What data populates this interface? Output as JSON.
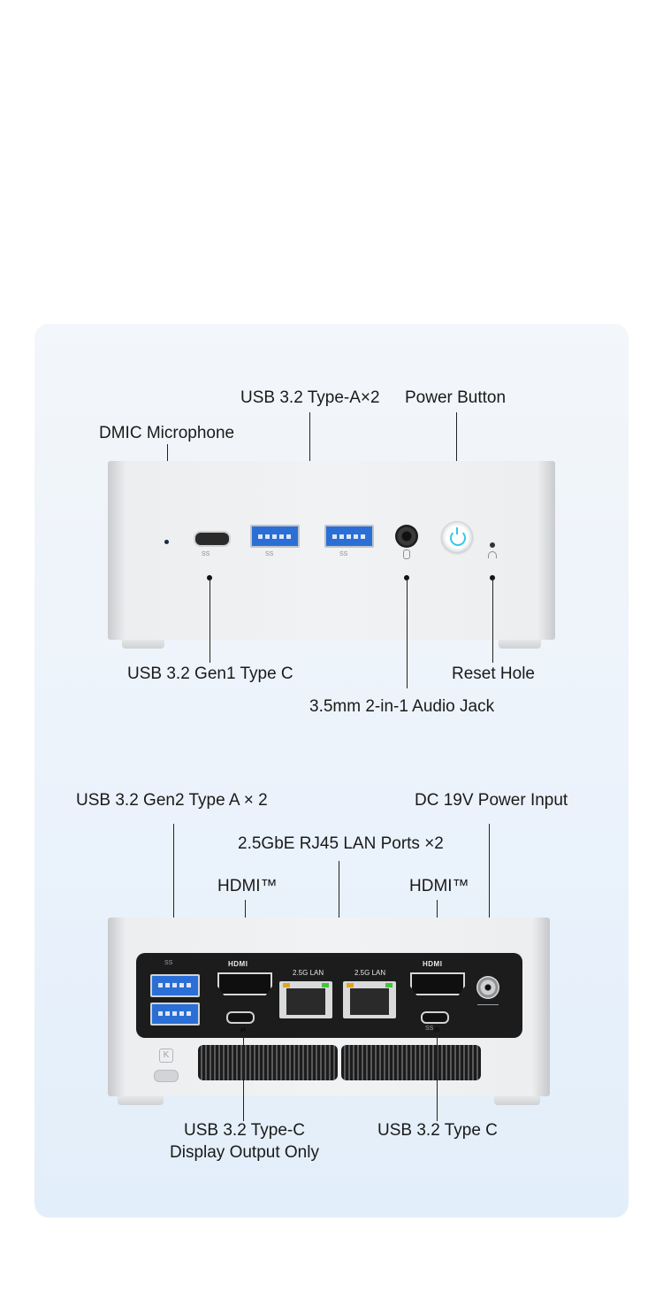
{
  "front": {
    "labels": {
      "dmic": "DMIC Microphone",
      "usb_a": "USB 3.2 Type-A×2",
      "power": "Power Button",
      "usb_c": "USB 3.2 Gen1 Type C",
      "reset": "Reset Hole",
      "audio": "3.5mm 2-in-1 Audio Jack"
    },
    "port_marks": {
      "ss": "SS"
    }
  },
  "rear": {
    "labels": {
      "usb_a": "USB 3.2 Gen2 Type A × 2",
      "dc": "DC 19V Power Input",
      "lan": "2.5GbE RJ45 LAN Ports ×2",
      "hdmi_left": "HDMI™",
      "hdmi_right": "HDMI™",
      "usbc_display_line1": "USB 3.2 Type-C",
      "usbc_display_line2": "Display Output Only",
      "usbc": "USB 3.2 Type C"
    },
    "port_marks": {
      "hdmi_logo": "HDMI",
      "lan_left": "2.5G LAN",
      "lan_right": "2.5G LAN",
      "ss": "SS",
      "lock": "K"
    }
  },
  "colors": {
    "usb_blue": "#2b6fd6",
    "power_ring": "#35c7e8",
    "lan_led_green": "#45c43a",
    "lan_led_amber": "#e0a51c"
  }
}
